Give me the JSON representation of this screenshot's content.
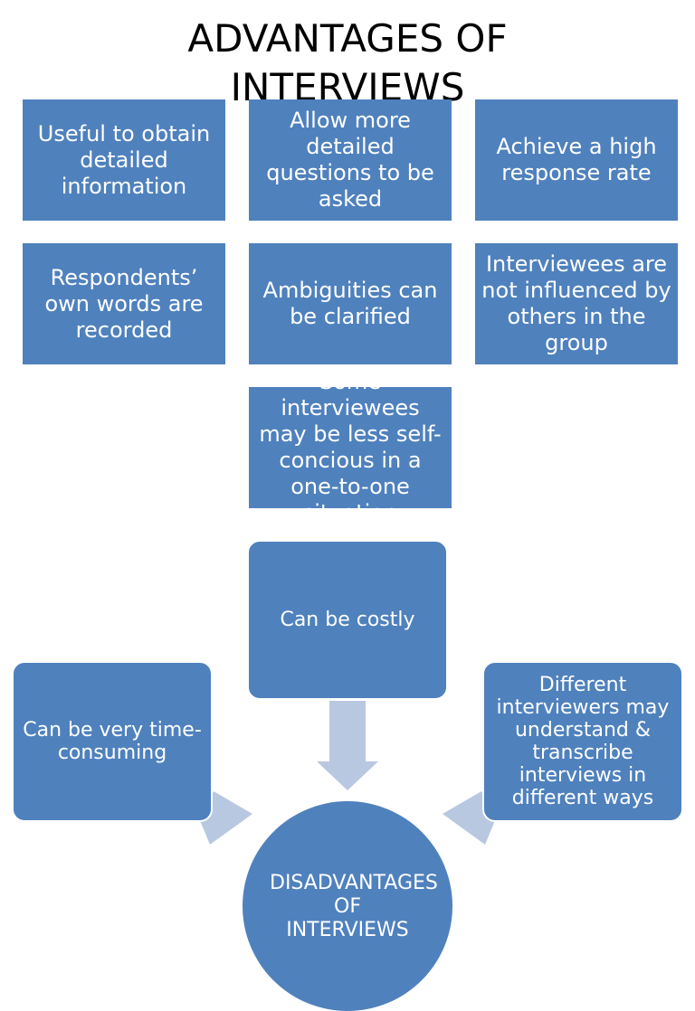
{
  "title": "ADVANTAGES OF INTERVIEWS",
  "advantages": [
    "Useful to obtain detailed information",
    "Allow more detailed questions to be asked",
    "Achieve a high response rate",
    "Respondents’ own words are recorded",
    "Ambiguities can be clarified",
    "Interviewees are not influenced by others in the group",
    "Some interviewees may be less self-concious in a one-to-one situation"
  ],
  "disadvantages": {
    "center": "DISADVANTAGES OF INTERVIEWS",
    "top": "Can be costly",
    "left": "Can be very time-consuming",
    "right": "Different interviewers may understand & transcribe interviews in different ways"
  },
  "colors": {
    "box": "#4f81bd",
    "arrow": "#b9c8e1"
  }
}
